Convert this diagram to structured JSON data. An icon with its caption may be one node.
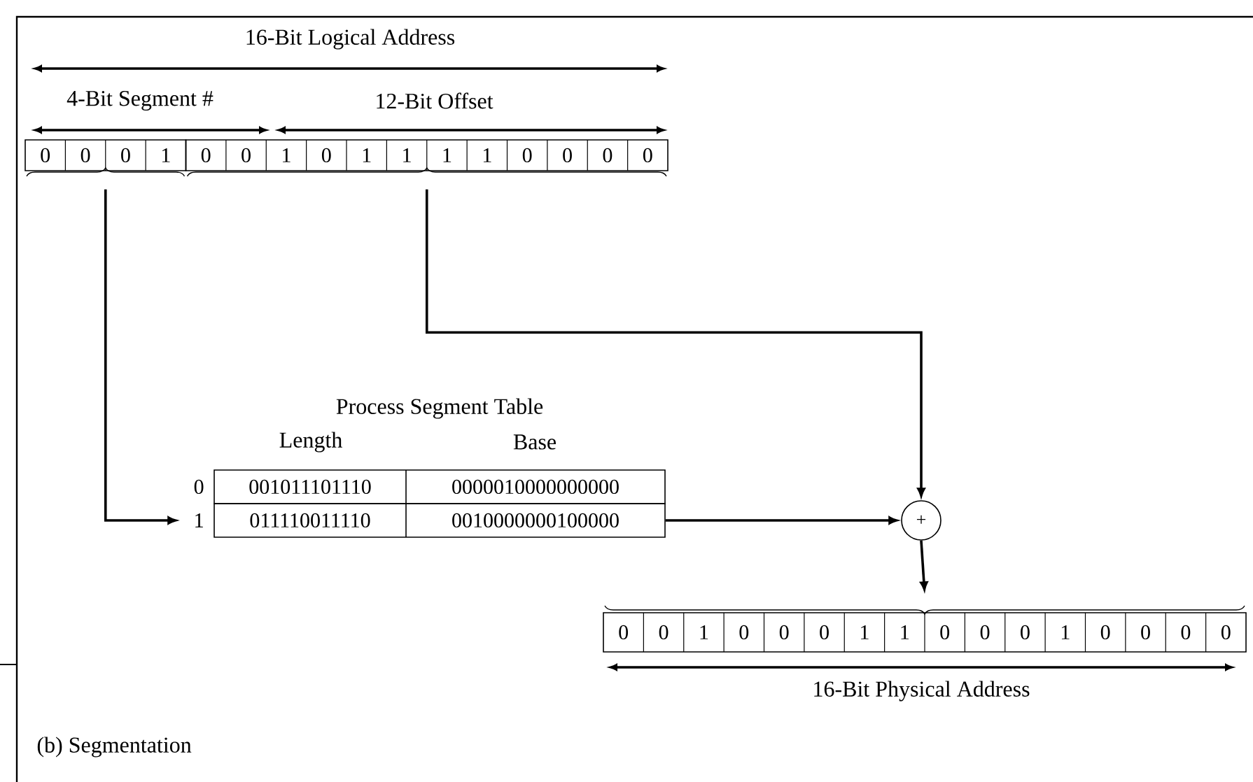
{
  "diagram": {
    "caption": "(b) Segmentation",
    "nodes": [
      {
        "text": [
          "0",
          "0",
          "0",
          "1"
        ]
      },
      {
        "text": [
          "0",
          "0",
          "1",
          "0",
          "1",
          "1",
          "1",
          "1",
          "0",
          "0",
          "0",
          "0"
        ]
      },
      {
        "text": [
          "001011101110",
          "0000010000000000"
        ],
        "beside": [
          "0"
        ]
      },
      {
        "text": [
          "011110011110",
          "0010000000100000"
        ],
        "beside": [
          "1"
        ]
      },
      {
        "text": [
          "+"
        ]
      },
      {
        "text": [
          "0",
          "0",
          "1",
          "0",
          "0",
          "0",
          "1",
          "1",
          "0",
          "0",
          "0",
          "1",
          "0",
          "0",
          "0",
          "0"
        ]
      }
    ],
    "edges": [
      {
        "from": 0,
        "to": 3,
        "arrow": "to"
      },
      {
        "from": 1,
        "to": 4,
        "arrow": "to"
      },
      {
        "from": 3,
        "to": 4,
        "arrow": "to"
      },
      {
        "from": 4,
        "to": 5,
        "arrow": "to"
      }
    ],
    "labels": [
      "16-Bit Logical Address",
      "4-Bit Segment #",
      "12-Bit Offset",
      "Process Segment Table",
      "Length",
      "Base",
      "16-Bit Physical Address"
    ]
  }
}
